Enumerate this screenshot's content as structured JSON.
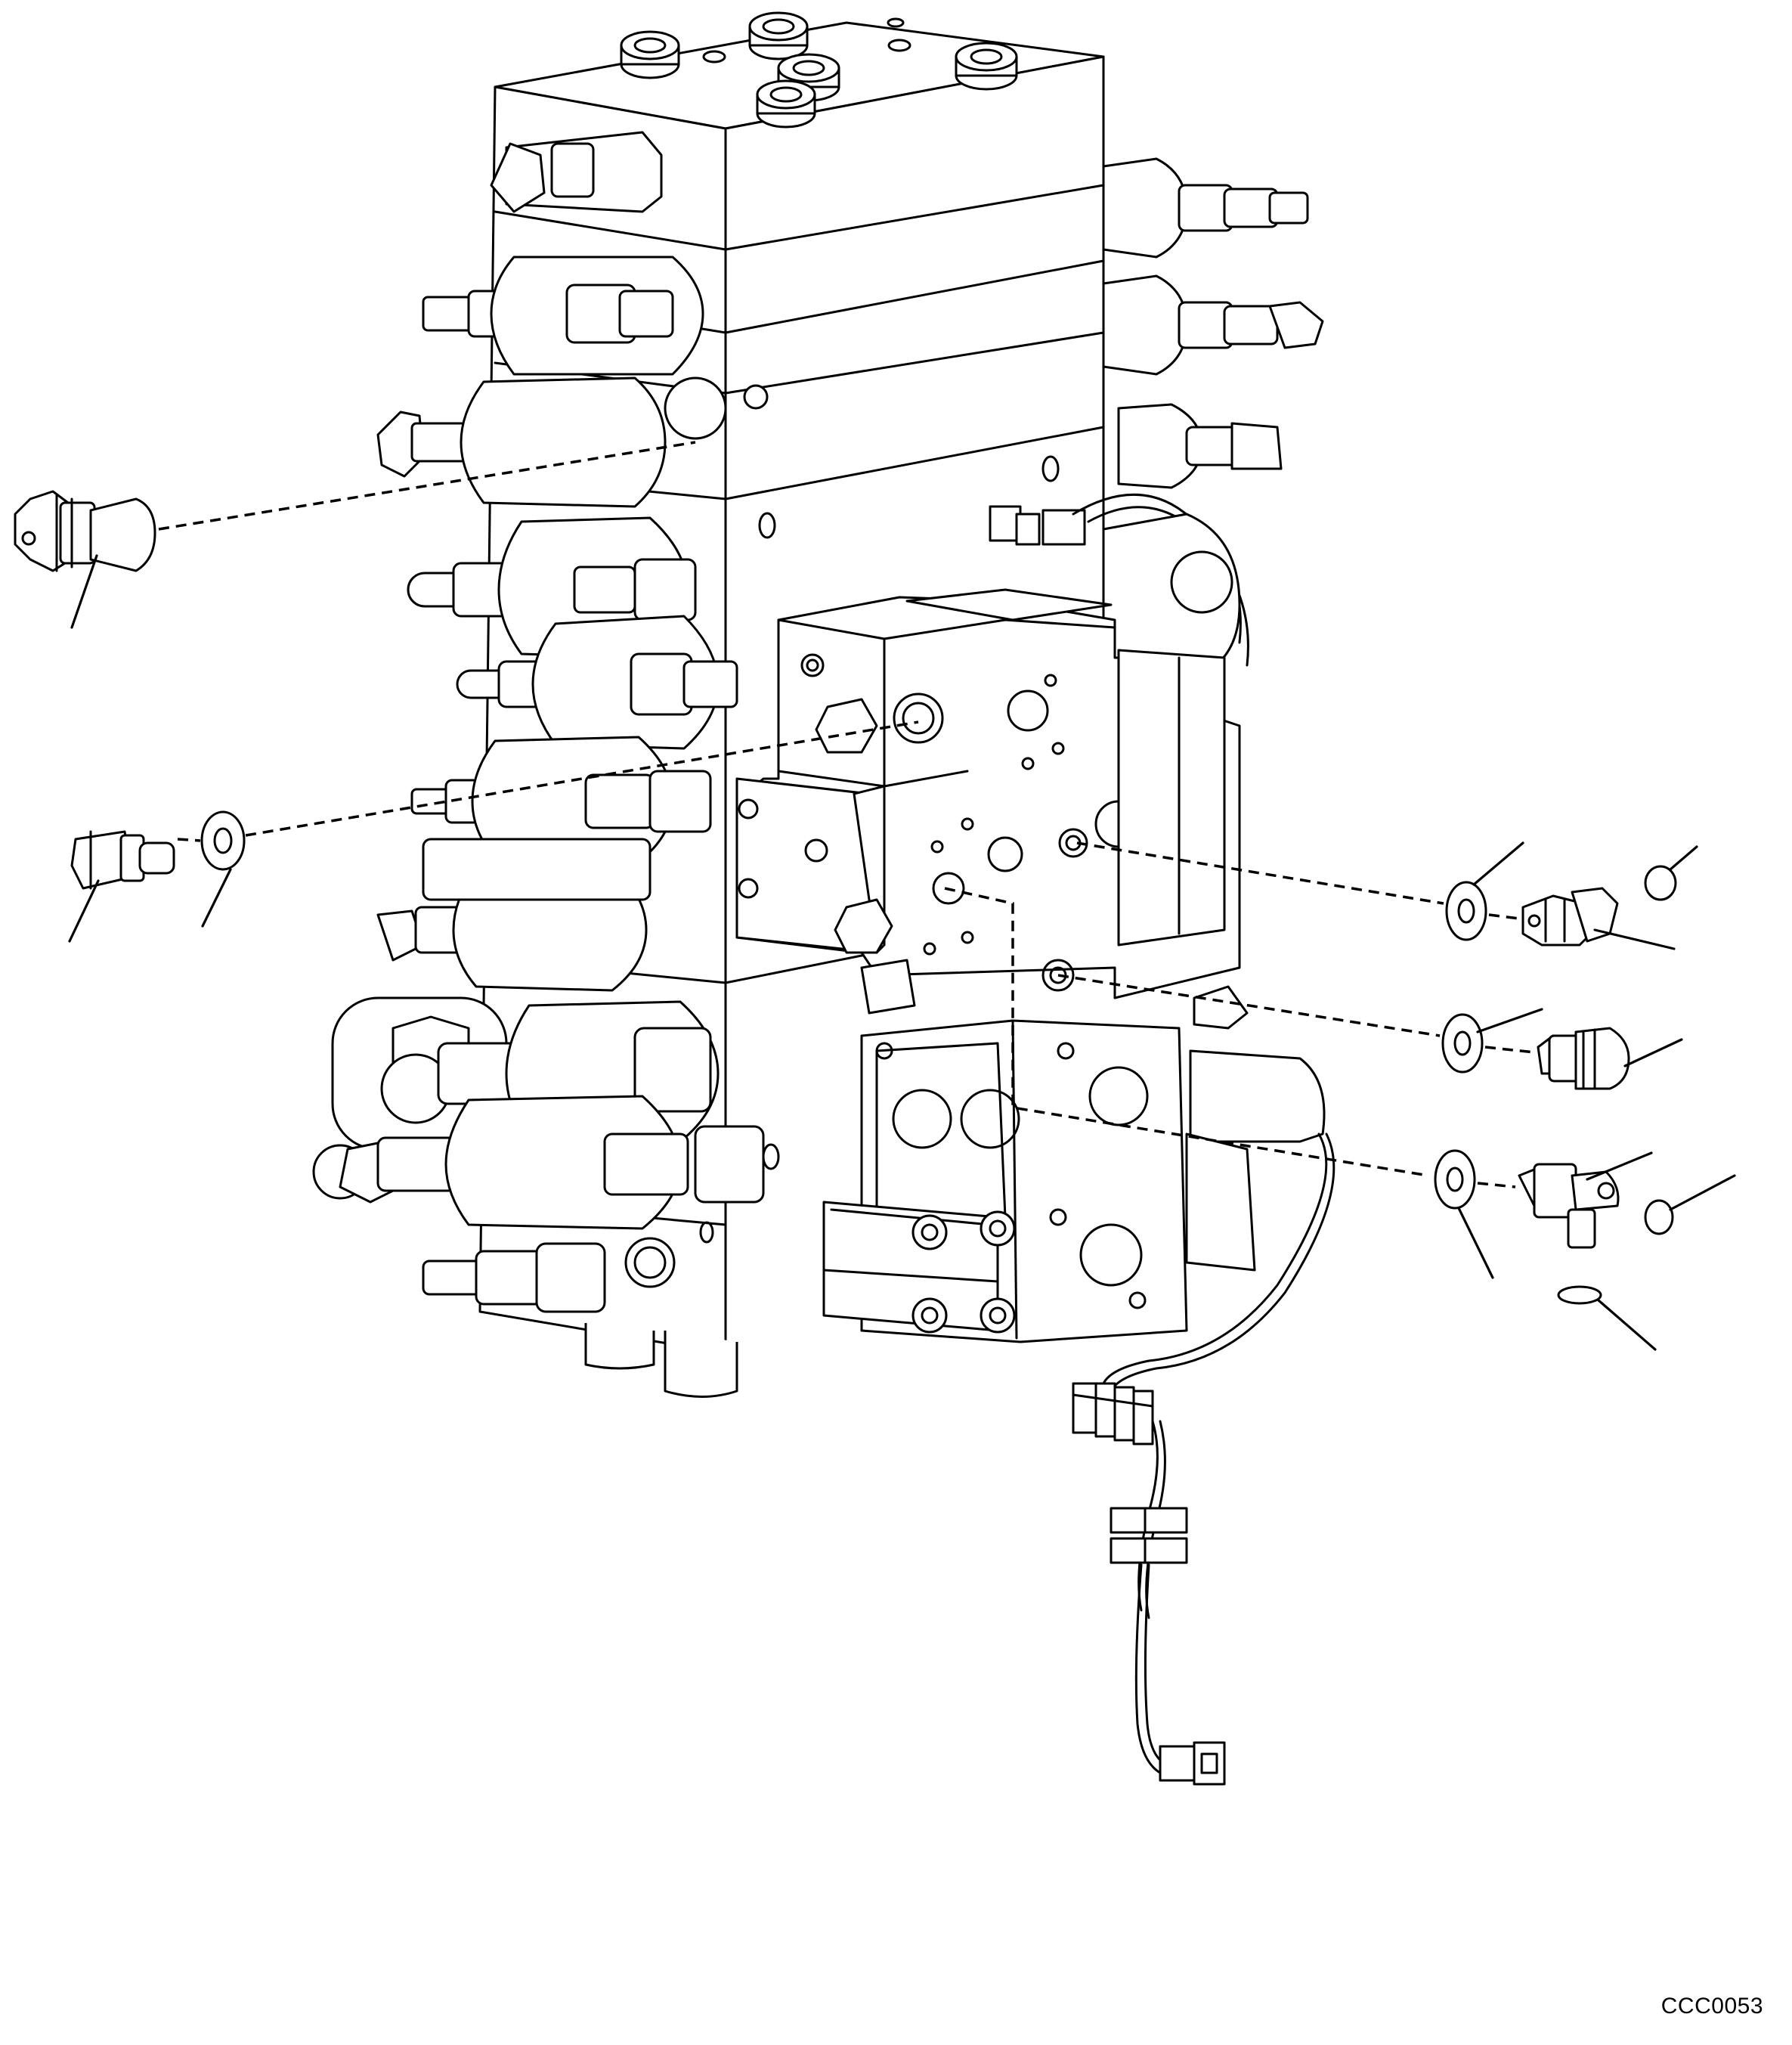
{
  "figure": {
    "code": "CCC0053",
    "subject": "control-valve-assembly",
    "callouts": [
      "pressure-sensor-upper-left",
      "plug-left",
      "washer-left",
      "washer-right-1",
      "o-ring-right-1",
      "elbow-fitting-right-1",
      "washer-right-2",
      "sensor-right-2",
      "washer-right-3",
      "elbow-fitting-right-3",
      "o-ring-right-3",
      "o-ring-bottom"
    ],
    "colors": {
      "line": "#000000",
      "background": "#ffffff"
    }
  }
}
